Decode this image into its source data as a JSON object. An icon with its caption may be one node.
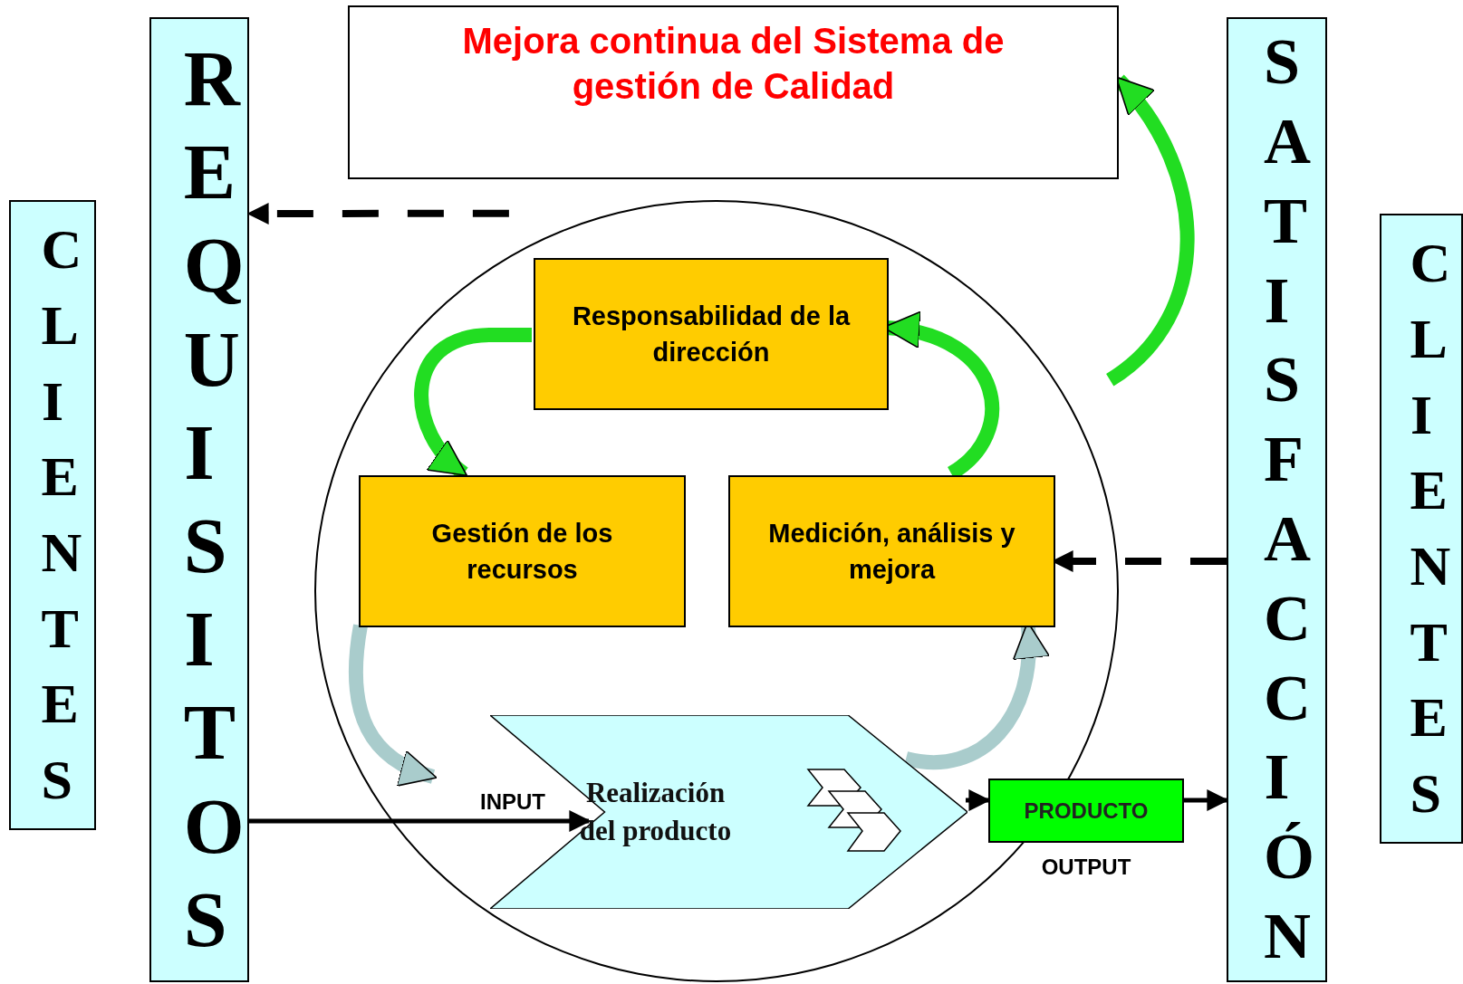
{
  "diagram": {
    "nodes": [
      {
        "text": [
          "CLIENTES"
        ]
      },
      {
        "text": [
          "REQUISITOS"
        ]
      },
      {
        "text": [
          "Mejora continua del Sistema de gestión de Calidad"
        ]
      },
      {
        "text": [],
        "shape": "circle"
      },
      {
        "text": [
          "Responsabilidad de la dirección"
        ],
        "in": 3
      },
      {
        "text": [
          "Gestión de los recursos"
        ],
        "in": 3
      },
      {
        "text": [
          "Medición, análisis y mejora"
        ],
        "in": 3
      },
      {
        "text": [
          "Realización del producto"
        ],
        "in": 3
      },
      {
        "text": [
          "PRODUCTO"
        ],
        "beside": [
          "OUTPUT"
        ]
      },
      {
        "text": [
          "SATISFACCIÓN"
        ]
      },
      {
        "text": [
          "CLIENTES"
        ]
      }
    ],
    "edges": [
      {
        "from": 3,
        "to": 1,
        "arrow": "to",
        "style": "dashed"
      },
      {
        "from": 9,
        "to": 6,
        "arrow": "to",
        "style": "dashed"
      },
      {
        "from": 1,
        "to": 7,
        "arrow": "to",
        "label": "INPUT"
      },
      {
        "from": 7,
        "to": 8,
        "arrow": "to"
      },
      {
        "from": 8,
        "to": 9,
        "arrow": "to"
      },
      {
        "from": 4,
        "to": 5,
        "arrow": "to",
        "style": "thick",
        "color": "#22dd22"
      },
      {
        "from": 6,
        "to": 4,
        "arrow": "to",
        "style": "thick",
        "color": "#22dd22"
      },
      {
        "from": 3,
        "to": 2,
        "arrow": "to",
        "style": "thick",
        "color": "#22dd22"
      },
      {
        "from": 5,
        "to": null,
        "arrow": "to",
        "style": "thick",
        "color": "#a9cccc"
      },
      {
        "from": 7,
        "to": 6,
        "arrow": "to",
        "style": "thick",
        "color": "#a9cccc"
      }
    ]
  }
}
